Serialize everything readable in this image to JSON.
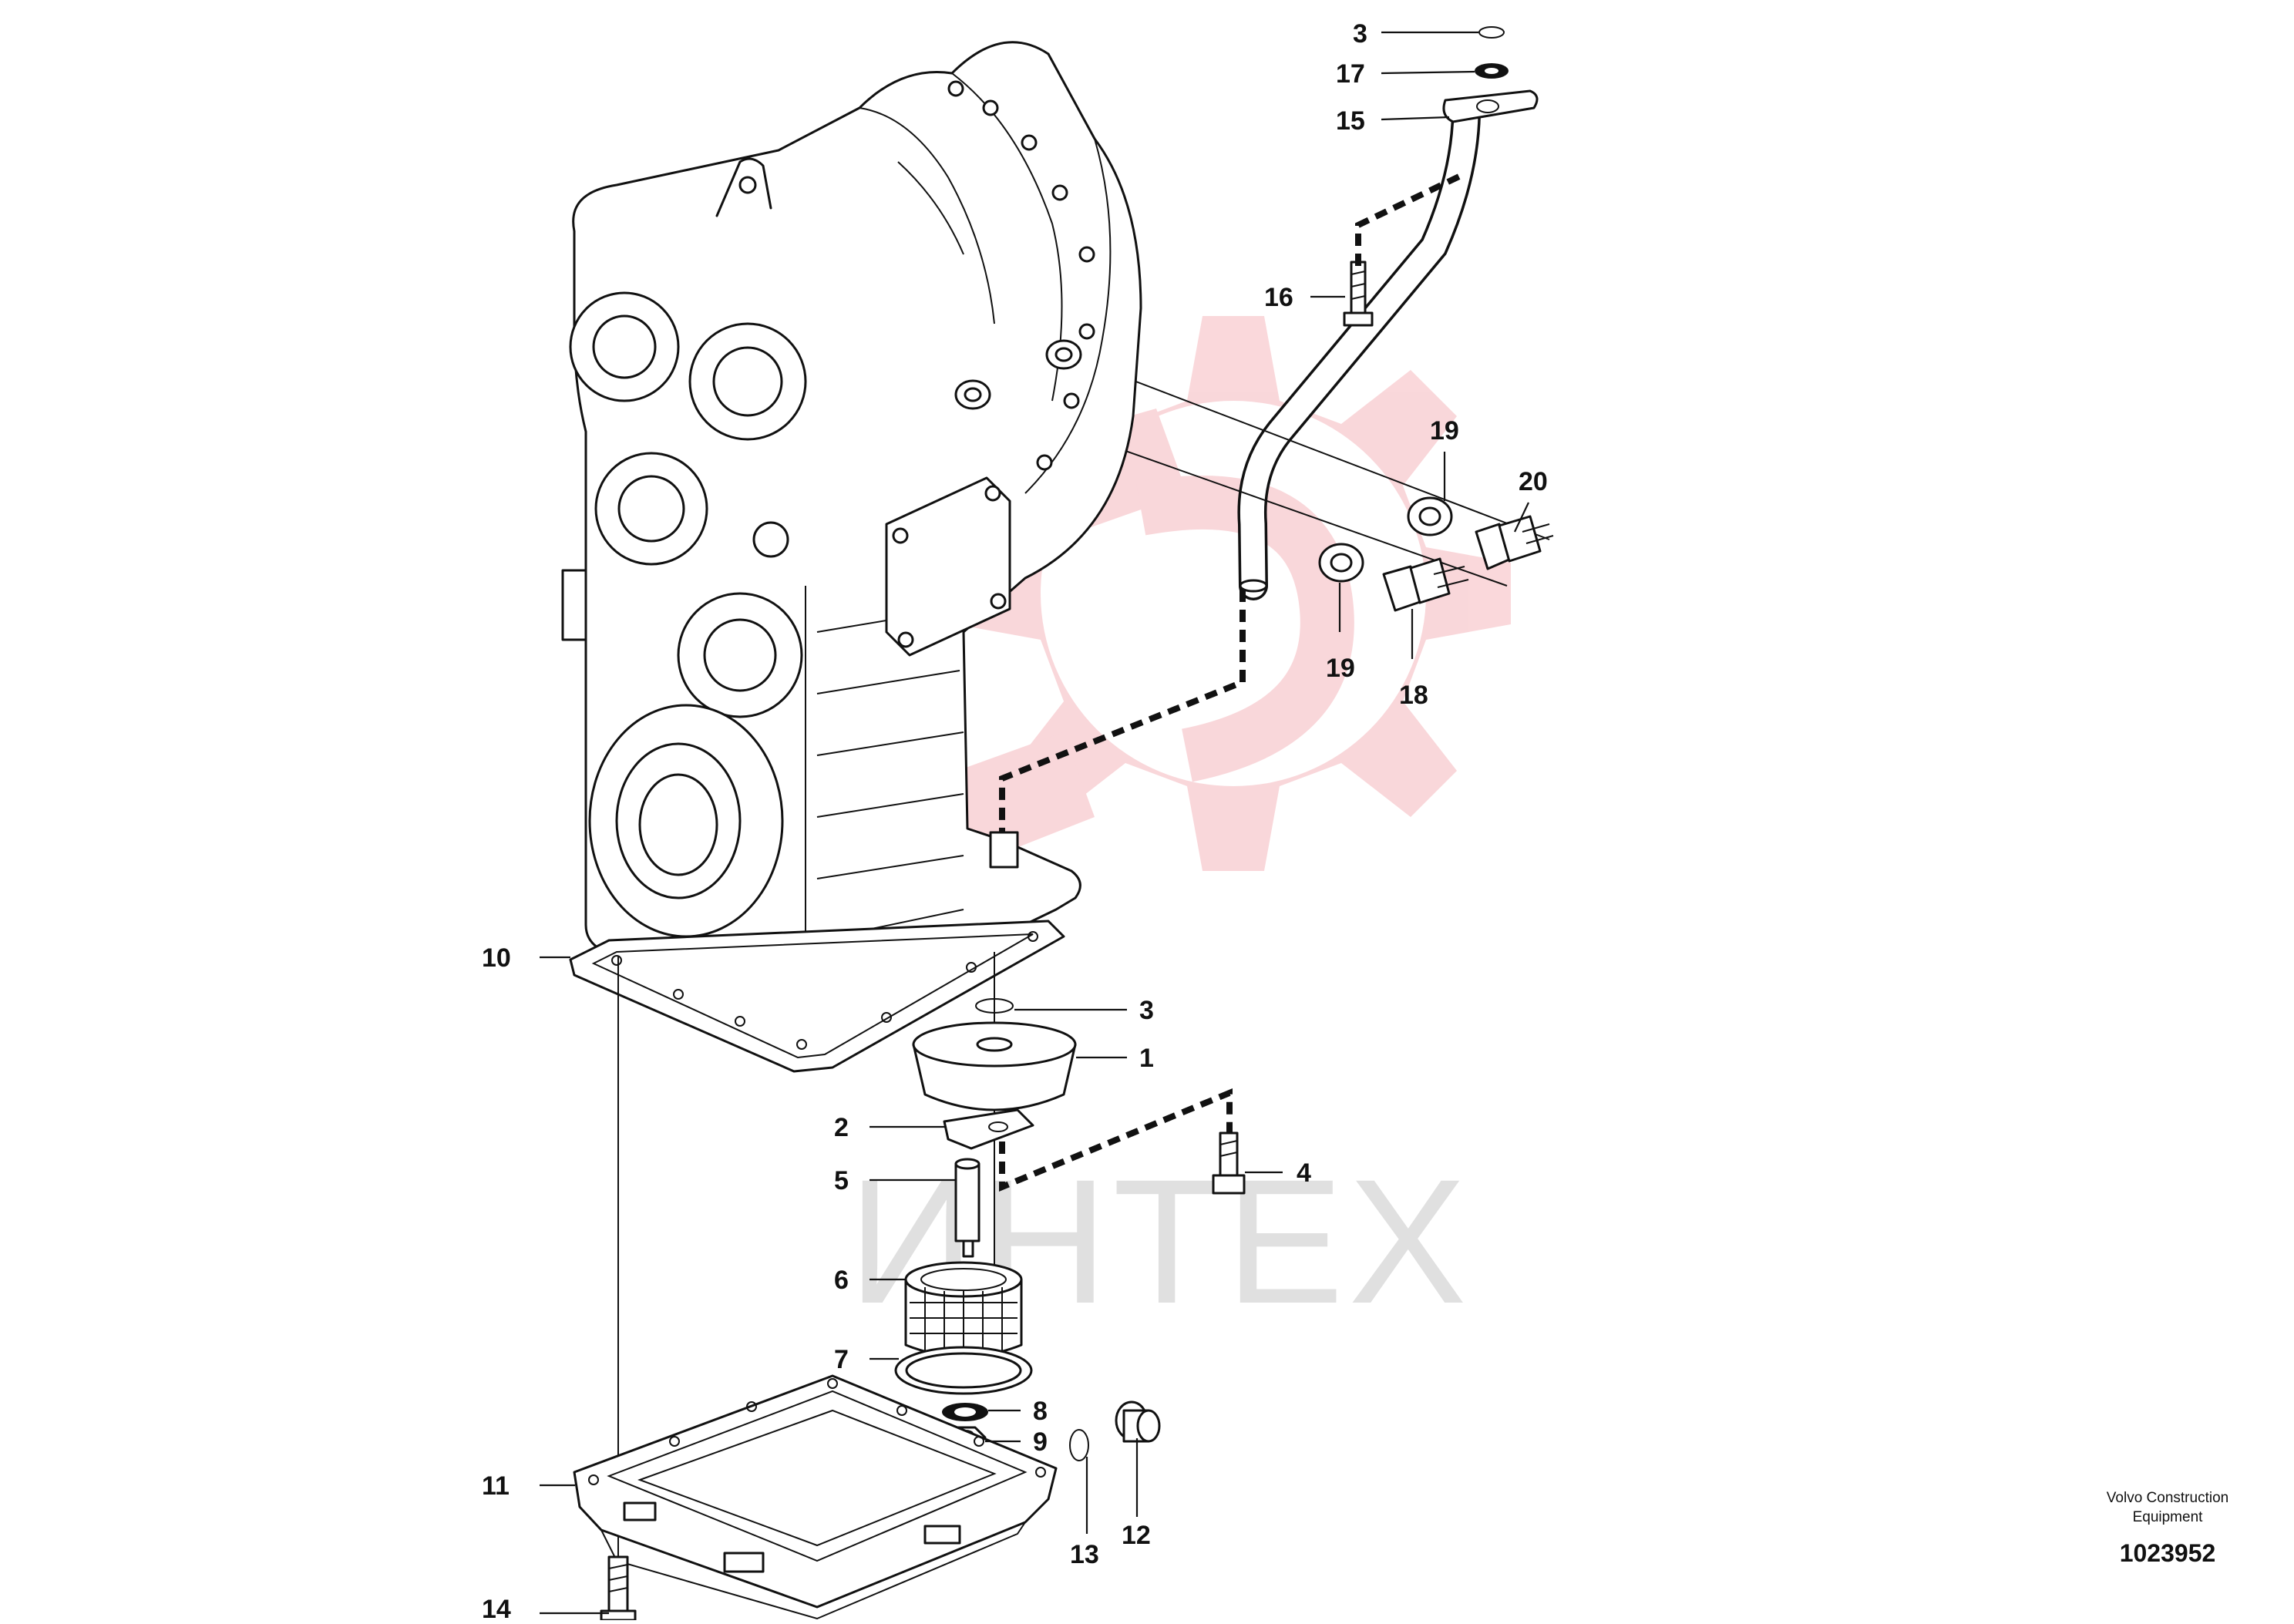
{
  "callouts": {
    "c3_top": "3",
    "c17": "17",
    "c15": "15",
    "c16": "16",
    "c19_upper": "19",
    "c20": "20",
    "c19_lower": "19",
    "c18": "18",
    "c10": "10",
    "c3_mid": "3",
    "c1": "1",
    "c2": "2",
    "c4": "4",
    "c5": "5",
    "c6": "6",
    "c7": "7",
    "c8": "8",
    "c9": "9",
    "c11": "11",
    "c13": "13",
    "c12": "12",
    "c14": "14"
  },
  "footer": {
    "manufacturer_line1": "Volvo Construction",
    "manufacturer_line2": "Equipment",
    "document_number": "1023952"
  },
  "watermark": {
    "text": "ИНТЕХ",
    "gear_color": "#f2a0a6"
  }
}
